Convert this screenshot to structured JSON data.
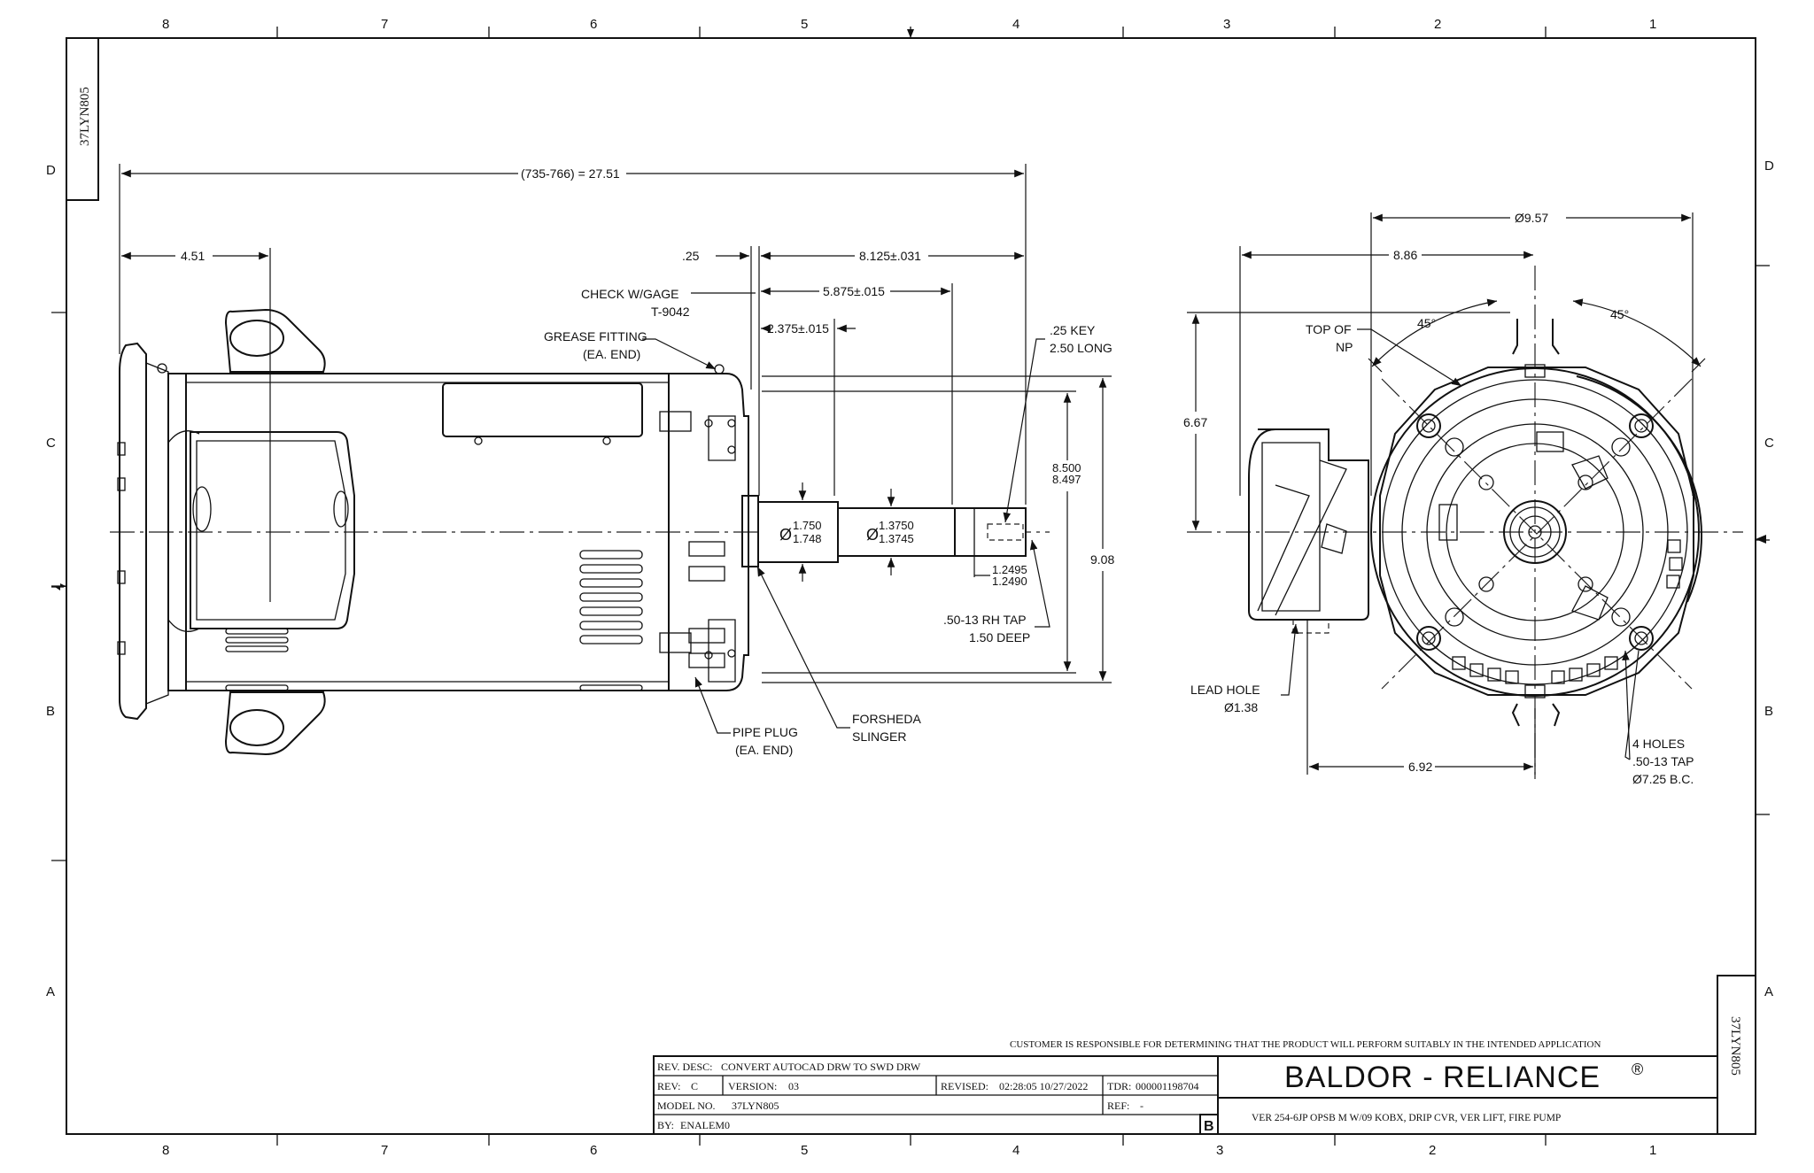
{
  "drawing_number": "37LYN805",
  "zone_columns": [
    "8",
    "7",
    "6",
    "5",
    "4",
    "3",
    "2",
    "1"
  ],
  "zone_rows": [
    "D",
    "C",
    "B",
    "A"
  ],
  "side_view": {
    "overall_length": "(735-766) = 27.51",
    "dim_4_51": "4.51",
    "dim_25": ".25",
    "dim_8_125": "8.125±.031",
    "dim_5_875": "5.875±.015",
    "dim_2_375": "2.375±.015",
    "check_gage_1": "CHECK W/GAGE",
    "check_gage_2": "T-9042",
    "grease_fitting_1": "GREASE FITTING",
    "grease_fitting_2": "(EA. END)",
    "key_1": ".25 KEY",
    "key_2": "2.50 LONG",
    "dia_1750": "1.750",
    "dia_1748": "1.748",
    "dia_13750": "1.3750",
    "dia_13745": "1.3745",
    "dim_12495": "1.2495",
    "dim_12490": "1.2490",
    "dim_8500": "8.500",
    "dim_8497": "8.497",
    "dim_9_08": "9.08",
    "tap_1": ".50-13 RH TAP",
    "tap_2": "1.50 DEEP",
    "pipe_plug_1": "PIPE PLUG",
    "pipe_plug_2": "(EA. END)",
    "slinger_1": "FORSHEDA",
    "slinger_2": "SLINGER",
    "dia_symbol": "Ø"
  },
  "end_view": {
    "dim_9_57": "Ø9.57",
    "dim_8_86": "8.86",
    "dim_6_67": "6.67",
    "angle_left": "45°",
    "angle_right": "45°",
    "top_np_1": "TOP OF",
    "top_np_2": "NP",
    "lead_hole_1": "LEAD HOLE",
    "lead_hole_2": "Ø1.38",
    "dim_6_92": "6.92",
    "holes_1": "4 HOLES",
    "holes_2": ".50-13 TAP",
    "holes_3": "Ø7.25 B.C."
  },
  "title_block": {
    "disclaimer": "CUSTOMER IS RESPONSIBLE FOR DETERMINING THAT THE PRODUCT WILL PERFORM SUITABLY IN THE INTENDED APPLICATION",
    "rev_desc_label": "REV. DESC:",
    "rev_desc": "CONVERT AUTOCAD DRW TO SWD DRW",
    "rev_label": "REV:",
    "rev": "C",
    "version_label": "VERSION:",
    "version": "03",
    "revised_label": "REVISED:",
    "revised": "02:28:05 10/27/2022",
    "tdr_label": "TDR:",
    "tdr": "000001198704",
    "model_label": "MODEL NO.",
    "model": "37LYN805",
    "ref_label": "REF:",
    "ref": "-",
    "by_label": "BY:",
    "by": "ENALEM0",
    "size": "B",
    "brand": "BALDOR - RELIANCE",
    "brand_mark": "®",
    "description": "VER 254-6JP OPSB M W/09 KOBX, DRIP CVR, VER LIFT, FIRE PUMP"
  }
}
